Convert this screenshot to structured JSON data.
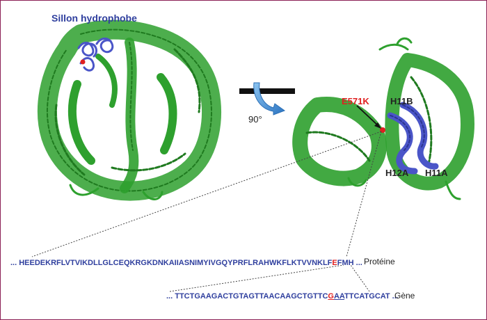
{
  "title": "Sillon hydrophobe",
  "rotation": {
    "angle": "90°"
  },
  "mutation": {
    "label": "E571K",
    "color": "#e02020"
  },
  "helices": {
    "h11b": "H11B",
    "h12a": "H12A",
    "h11a": "H11A"
  },
  "protein": {
    "prefix": "... HEEDEKRFLVTVIKDLLGLCEQKRGKDNKAIIASNIMYIVGQYPRFLRAHWKFLKTVVNKLF",
    "highlight": "E",
    "suffix": "FMH ...",
    "side_label": "Protéine"
  },
  "gene": {
    "prefix": "... TTCTGAAGACTGTAGTTAACAAGCTGTTC",
    "highlight": "G",
    "underlined": "AA",
    "suffix": "TTCATGCAT ...",
    "side_label": "Gène"
  },
  "colors": {
    "protein_green": "#2ea02e",
    "helix_blue": "#4a55c8",
    "frame": "#8a1f55",
    "rotation_arrow": "#3f8fd6"
  }
}
